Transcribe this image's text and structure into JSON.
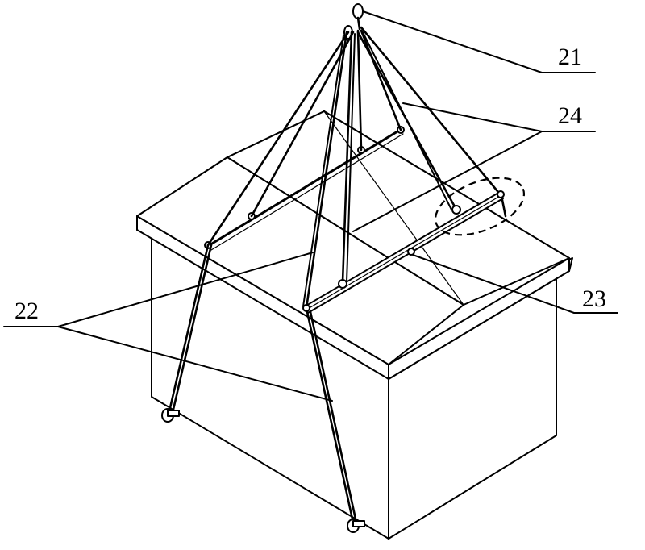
{
  "figure": {
    "labels": {
      "ref_21": "21",
      "ref_22": "22",
      "ref_23": "23",
      "ref_24": "24"
    }
  }
}
